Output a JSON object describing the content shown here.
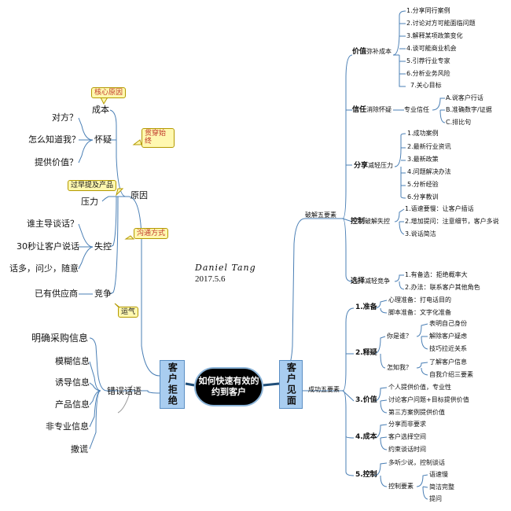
{
  "center": "如何快速有效的约到客户",
  "author": "Daniel Tang",
  "date": "2017.5.6",
  "left_main": "客户拒绝",
  "right_main": "客户见面",
  "left": {
    "reason": {
      "label": "原因",
      "cost": "成本",
      "cost_callout": "核心原因",
      "doubt": "怀疑",
      "doubt_callout": "贯穿始终",
      "doubt_items": [
        "对方？",
        "怎么知道我？",
        "提供价值？"
      ],
      "pressure": "压力",
      "pressure_callout": "过早提及产品",
      "control": "失控",
      "control_callout": "沟通方式",
      "control_items": [
        "谁主导谈话？",
        "30秒让客户说话",
        "话多，问少，随意"
      ],
      "compete": "竞争",
      "compete_items": [
        "已有供应商"
      ],
      "compete_callout": "运气"
    },
    "wrong": {
      "label": "错误话语",
      "items": [
        "明确采购信息",
        "模糊信息",
        "诱导信息",
        "产品信息",
        "非专业信息",
        "撒谎"
      ]
    }
  },
  "right": {
    "break": {
      "label": "破解五要素",
      "value": {
        "bold": "价值",
        "rest": "弥补成本",
        "items": [
          "1.分享同行案例",
          "2.讨论对方可能面临问题",
          "3.解释某项政策变化",
          "4.谈可能商业机会",
          "5.引荐行业专家",
          "6.分析业务风险",
          "7.关心目标"
        ]
      },
      "trust": {
        "bold": "信任",
        "rest": "消除怀疑",
        "sub": "专业信任",
        "items": [
          "A.说客户行话",
          "B.准确数字/证据",
          "C.排比句"
        ]
      },
      "share": {
        "bold": "分享",
        "rest": "减轻压力",
        "items": [
          "1.成功案例",
          "2.最新行业资讯",
          "3.最新政策",
          "4.问题解决办法",
          "5.分析经验",
          "6.分享教训"
        ]
      },
      "ctrl": {
        "bold": "控制",
        "rest": "破解失控",
        "items": [
          "1.语速要慢：让客户插话",
          "2.增加提问：注意细节，客户多说",
          "3.说话简洁"
        ]
      },
      "choice": {
        "bold": "选择",
        "rest": "减轻竞争",
        "items": [
          "1.有备选：拒绝概率大",
          "2.办法：联系客户其他角色"
        ]
      }
    },
    "success": {
      "label": "成功五要素",
      "prep": {
        "label": "1.准备",
        "items": [
          "心理准备：打电话目的",
          "脚本准备：文字化准备"
        ]
      },
      "explain": {
        "label": "2.释疑",
        "who": "你是谁？",
        "who_items": [
          "表明自己身份",
          "解除客户疑虑",
          "技巧拉近关系"
        ],
        "how": "怎知我？",
        "how_items": [
          "了解客户信息",
          "自我介绍三要素"
        ]
      },
      "value": {
        "label": "3.价值",
        "items": [
          "个人提供价值，专业性",
          "讨论客户问题+目标提供价值",
          "第三方案例提供价值"
        ]
      },
      "cost": {
        "label": "4.成本",
        "items": [
          "分享而非要求",
          "客户选择空间",
          "约束谈话时间"
        ]
      },
      "control": {
        "label": "5.控制",
        "items": [
          "多听少说，控制谈话"
        ],
        "sub": "控制要素",
        "sub_items": [
          "语速慢",
          "简洁完整",
          "提问"
        ]
      }
    }
  },
  "colors": {
    "line": "#4a7fb5",
    "main_fill": "#a9cdf0",
    "callout_fill": "#fff8b0",
    "callout_text": "#c0392b"
  }
}
